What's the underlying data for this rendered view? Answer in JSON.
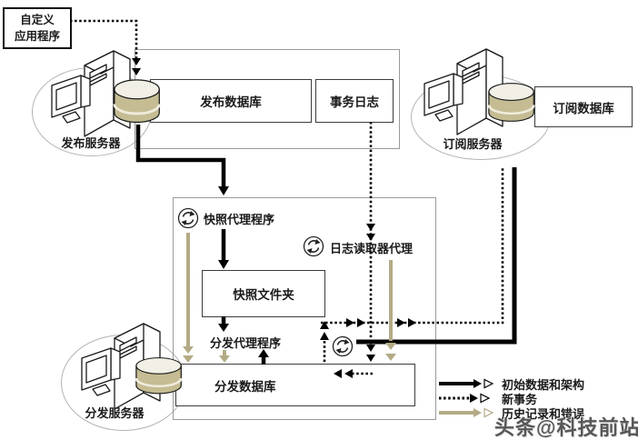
{
  "nodes": {
    "custom_app": {
      "line1": "自定义",
      "line2": "应用程序"
    },
    "publication_db": "发布数据库",
    "transaction_log": "事务日志",
    "subscription_db": "订阅数据库",
    "publisher_label": "发布服务器",
    "subscriber_label": "订阅服务器",
    "distributor_label": "分发服务器",
    "snapshot_agent": "快照代理程序",
    "log_reader_agent": "日志读取器代理",
    "snapshot_folder": "快照文件夹",
    "distribution_agent": "分发代理程序",
    "distribution_db": "分发数据库"
  },
  "legend": {
    "items": [
      {
        "label": "初始数据和架构",
        "line_style": "solid-black"
      },
      {
        "label": "新事务",
        "line_style": "dotted-black"
      },
      {
        "label": "历史记录和错误",
        "line_style": "solid-tan"
      }
    ]
  },
  "watermark": {
    "text": "头条@科技前站"
  },
  "icons": {
    "sync_agent_icon": "circular-refresh-arrows",
    "server_icon": "computer-tower-with-monitor",
    "database_icon": "cylinder"
  },
  "colors": {
    "initial_data_arrow": "#000000",
    "new_transaction_arrow": "#000000",
    "history_error_arrow": "#b3ab85",
    "container_border": "#9a9a9a",
    "cylinder_body": "#c5bc93"
  }
}
